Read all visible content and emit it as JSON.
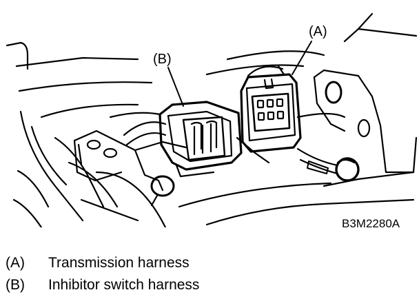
{
  "callouts": {
    "a": "(A)",
    "b": "(B)"
  },
  "figure_code": "B3M2280A",
  "legend": [
    {
      "key": "(A)",
      "text": "Transmission harness"
    },
    {
      "key": "(B)",
      "text": "Inhibitor switch harness"
    }
  ],
  "colors": {
    "ink": "#000000",
    "paper": "#ffffff"
  }
}
